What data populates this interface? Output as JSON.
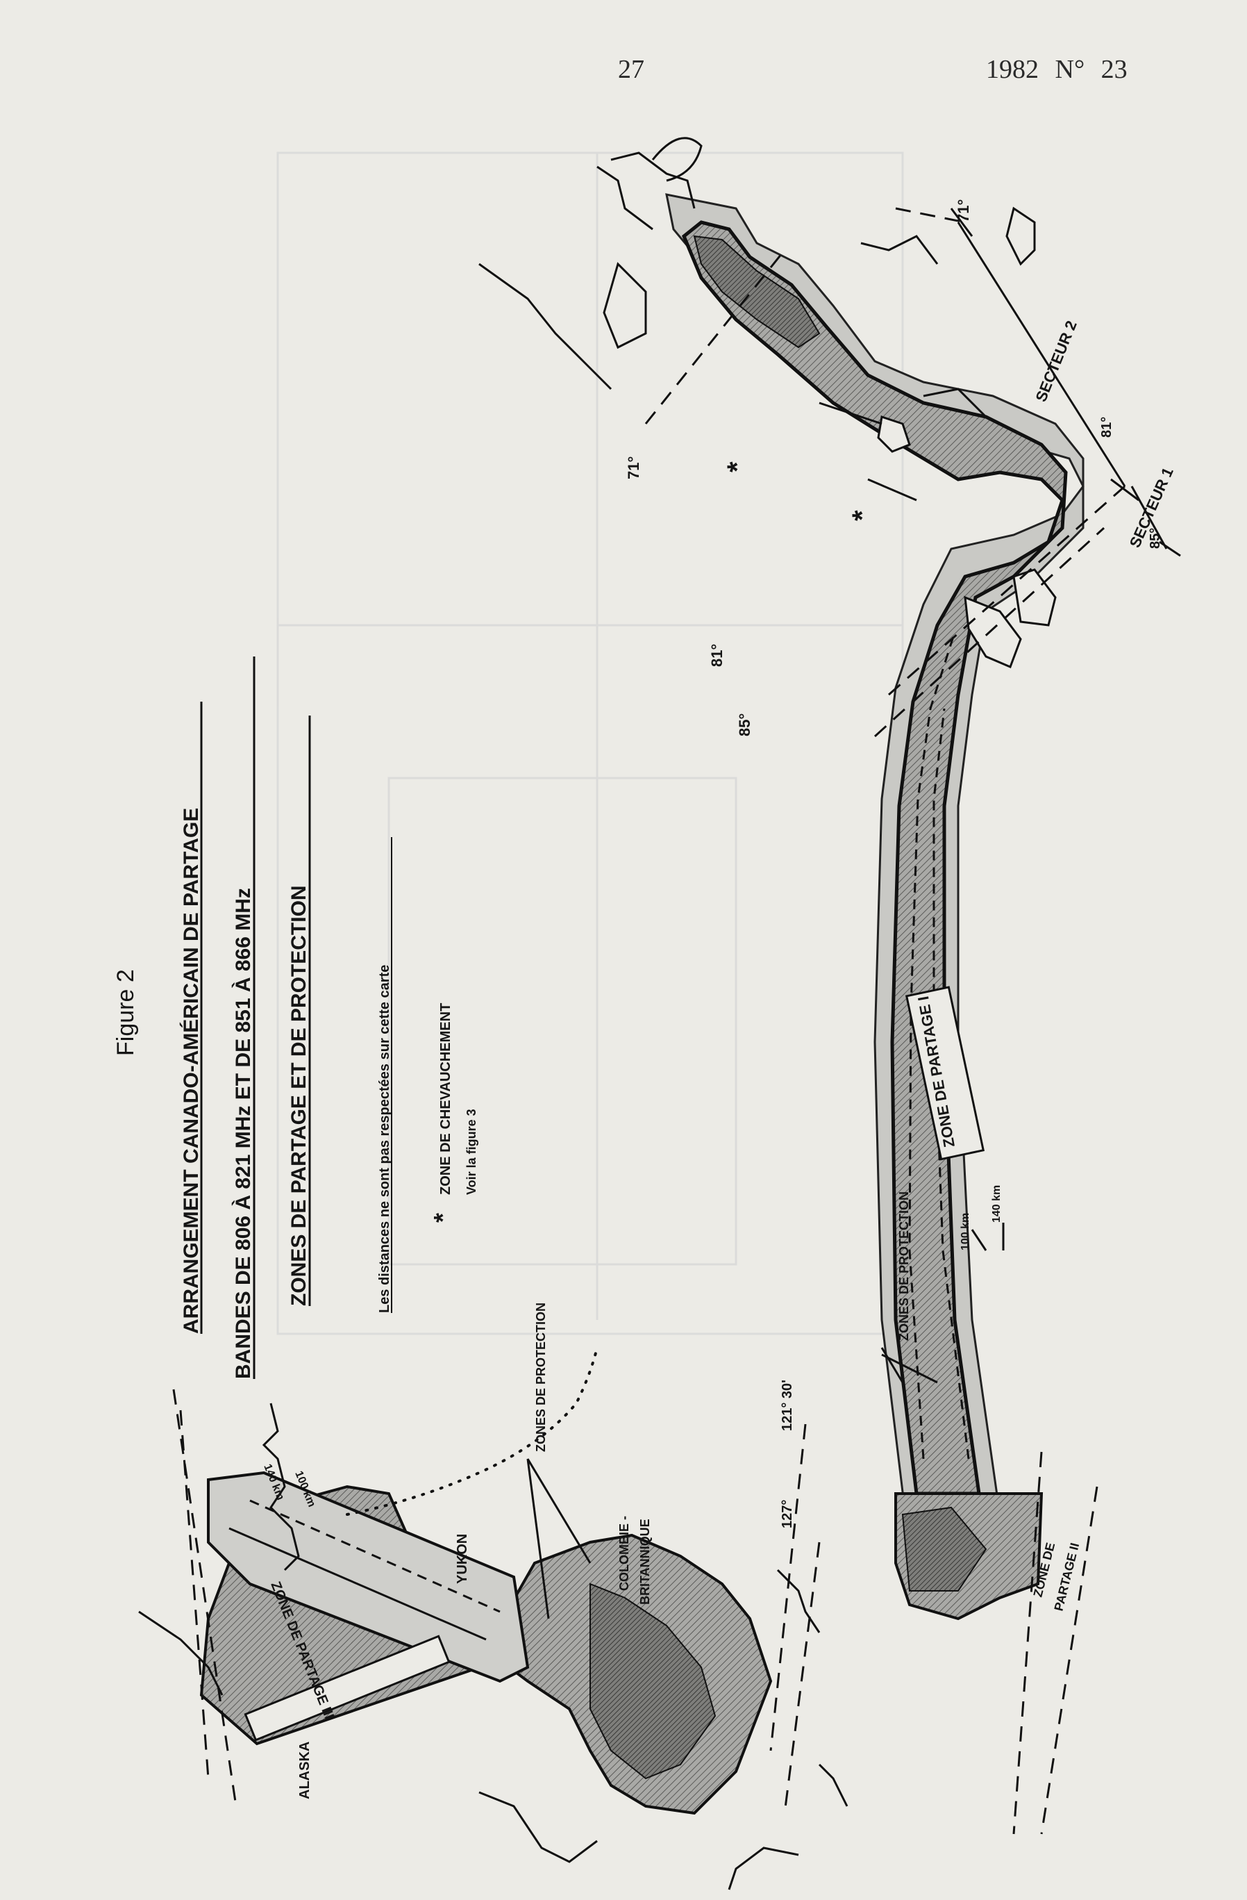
{
  "header": {
    "page_number": "27",
    "issue": "1982  N° 23"
  },
  "figure": {
    "label": "Figure 2",
    "title_line1": "ARRANGEMENT CANADO-AMÉRICAIN DE PARTAGE",
    "title_line2": "BANDES DE 806 À 821 MHz ET DE 851 À 866 MHz",
    "title_line3": "ZONES DE PARTAGE ET DE PROTECTION",
    "note": "Les distances ne sont pas respectées sur cette carte",
    "legend_symbol": "*",
    "legend_line1": "ZONE DE CHEVAUCHEMENT",
    "legend_line2": "Voir la figure 3"
  },
  "map": {
    "regions": {
      "alaska": "ALASKA",
      "yukon": "YUKON",
      "colombie_line1": "COLOMBIE -",
      "colombie_line2": "BRITANNIQUE"
    },
    "zones": {
      "zone_partage_1": "ZONE DE PARTAGE I",
      "zone_partage_2_line1": "ZONE DE",
      "zone_partage_2_line2": "PARTAGE II",
      "zone_partage_3": "ZONE DE PARTAGE III",
      "zones_protection_west": "ZONES DE PROTECTION",
      "zones_protection_east": "ZONES DE PROTECTION",
      "secteur_1": "SECTEUR 1",
      "secteur_2": "SECTEUR 2"
    },
    "distances": {
      "d100": "100 km",
      "d140": "140 km",
      "d100_alaska": "100 km",
      "d140_alaska": "140 km"
    },
    "longitudes": {
      "lon_127": "127°",
      "lon_121_30": "121° 30'",
      "lon_85_west": "85°",
      "lon_81_west": "81°",
      "lon_85_east": "85°",
      "lon_81_east": "81°",
      "lon_71_west": "71°",
      "lon_71_east": "71°"
    },
    "overlap_markers": [
      "*",
      "*"
    ]
  }
}
